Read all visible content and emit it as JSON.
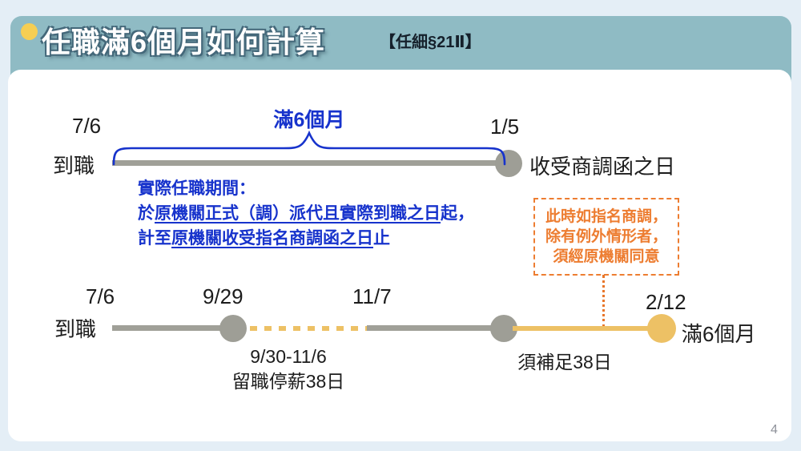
{
  "header": {
    "title": "任職滿6個月如何計算",
    "law_ref": "【任細§21Ⅱ】"
  },
  "page_number": "4",
  "timeline1": {
    "start_date": "7/6",
    "start_label": "到職",
    "brace_label": "滿6個月",
    "end_date": "1/5",
    "end_label": "收受商調函之日"
  },
  "blue_note": {
    "line1": "實際任職期間：",
    "line2_prefix": "於",
    "line2_underline": "原機關正式（調）派代且實際到職之日",
    "line2_suffix": "起，",
    "line3_prefix": "計至",
    "line3_underline": "原機關收受指名商調函之日",
    "line3_suffix": "止"
  },
  "orange_callout": {
    "lines": [
      "此時如指名商調，",
      "除有例外情形者，",
      "須經原機關同意"
    ]
  },
  "timeline2": {
    "start_date": "7/6",
    "start_label": "到職",
    "node1_date": "9/29",
    "node1_sub1": "9/30-11/6",
    "node1_sub2": "留職停薪38日",
    "node2_date": "11/7",
    "mid_label": "須補足38日",
    "end_date": "2/12",
    "end_label": "滿6個月"
  },
  "colors": {
    "header_teal": "#8FBBC4",
    "page_bg": "#E4EEF6",
    "accent_blue": "#1733CC",
    "accent_orange": "#ED7D31",
    "accent_gold": "#EDC165",
    "timeline_gray": "#9E9E96",
    "bullet_yellow": "#F6CE53"
  }
}
